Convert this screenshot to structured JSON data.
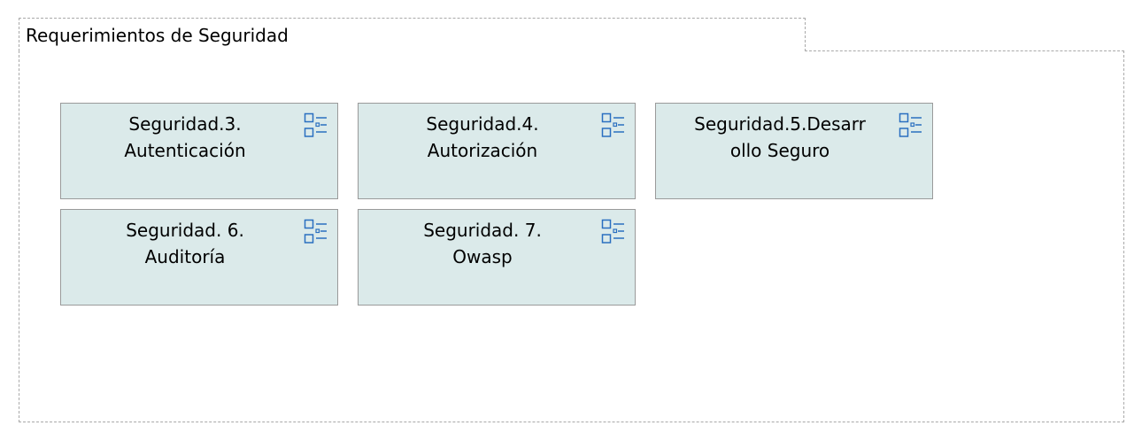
{
  "group": {
    "title": "Requerimientos de Seguridad"
  },
  "elements": [
    {
      "label": "Seguridad.3.\nAutenticación",
      "icon": "requirement-icon"
    },
    {
      "label": "Seguridad.4.\nAutorización",
      "icon": "requirement-icon"
    },
    {
      "label": "Seguridad.5.Desarr\nollo Seguro",
      "icon": "requirement-icon"
    },
    {
      "label": "Seguridad. 6.\nAuditoría",
      "icon": "requirement-icon"
    },
    {
      "label": "Seguridad. 7.\nOwasp",
      "icon": "requirement-icon"
    }
  ],
  "colors": {
    "element_fill": "#dbeaea",
    "element_border": "#9a9a9a",
    "icon": "#2a6fc0",
    "group_border": "#a9a9a9"
  }
}
